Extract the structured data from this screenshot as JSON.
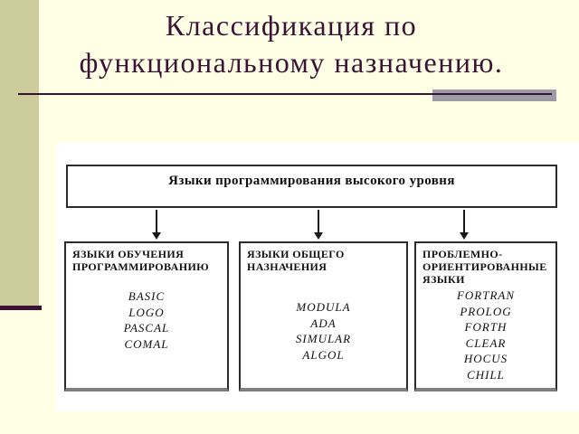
{
  "slide": {
    "title": {
      "line1": "Классификация по",
      "line2": "функциональному назначению."
    }
  },
  "diagram": {
    "root": {
      "label": "Языки программирования высокого уровня"
    },
    "branches": [
      {
        "heading": "ЯЗЫКИ ОБУЧЕНИЯ ПРОГРАММИРОВАНИЮ",
        "languages": [
          "BASIC",
          "LOGO",
          "PASCAL",
          "COMAL"
        ]
      },
      {
        "heading": "ЯЗЫКИ ОБЩЕГО НАЗНАЧЕНИЯ",
        "languages": [
          "MODULA",
          "ADA",
          "SIMULAR",
          "ALGOL"
        ]
      },
      {
        "heading": "ПРОБЛЕМНО-ОРИЕНТИРОВАННЫЕ ЯЗЫКИ",
        "languages": [
          "FORTRAN",
          "PROLOG",
          "FORTH",
          "CLEAR",
          "HOCUS",
          "CHILL"
        ]
      }
    ]
  },
  "colors": {
    "title_text": "#3A1233",
    "accent_stripe": "#CBCB9B",
    "background": "#FFFFE6",
    "panel": "#FFFFFF",
    "title_accent_bar": "#9B9AA6",
    "box_border": "#2B2B2B",
    "box_bottom_shadow": "#7E7E7E"
  }
}
